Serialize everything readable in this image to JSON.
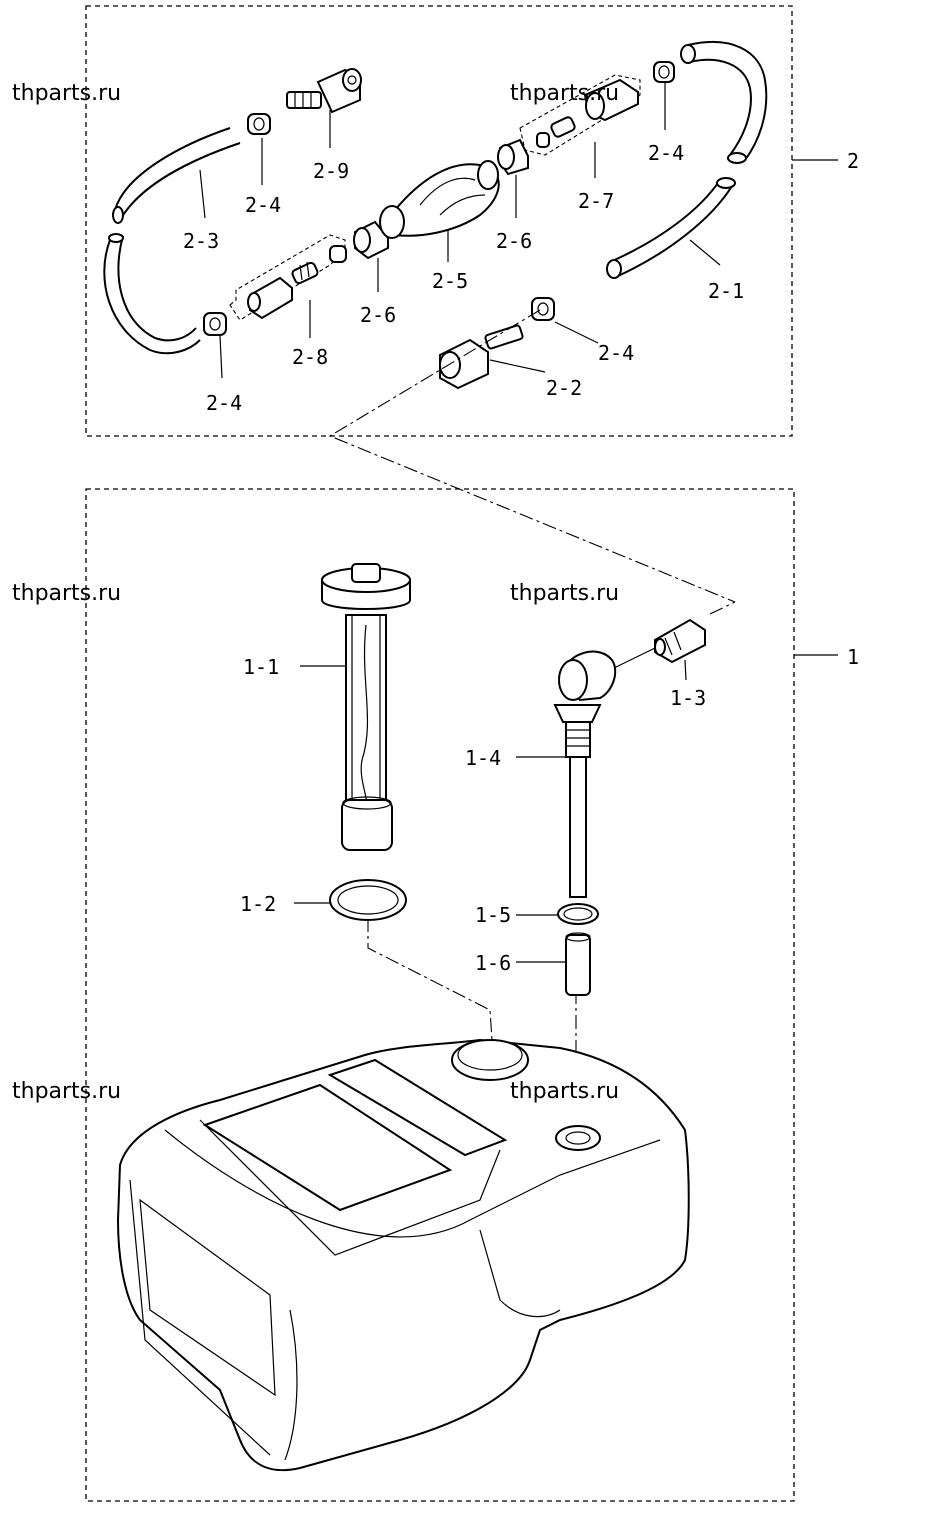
{
  "watermarks": [
    "thparts.ru",
    "thparts.ru",
    "thparts.ru",
    "thparts.ru",
    "thparts.ru",
    "thparts.ru"
  ],
  "assemblies": {
    "a2": "2",
    "a1": "1"
  },
  "labels": {
    "p2_1": "2-1",
    "p2_2": "2-2",
    "p2_3": "2-3",
    "p2_4a": "2-4",
    "p2_4b": "2-4",
    "p2_4c": "2-4",
    "p2_4d": "2-4",
    "p2_5": "2-5",
    "p2_6a": "2-6",
    "p2_6b": "2-6",
    "p2_7": "2-7",
    "p2_8": "2-8",
    "p2_9": "2-9",
    "p1_1": "1-1",
    "p1_2": "1-2",
    "p1_3": "1-3",
    "p1_4": "1-4",
    "p1_5": "1-5",
    "p1_6": "1-6"
  }
}
